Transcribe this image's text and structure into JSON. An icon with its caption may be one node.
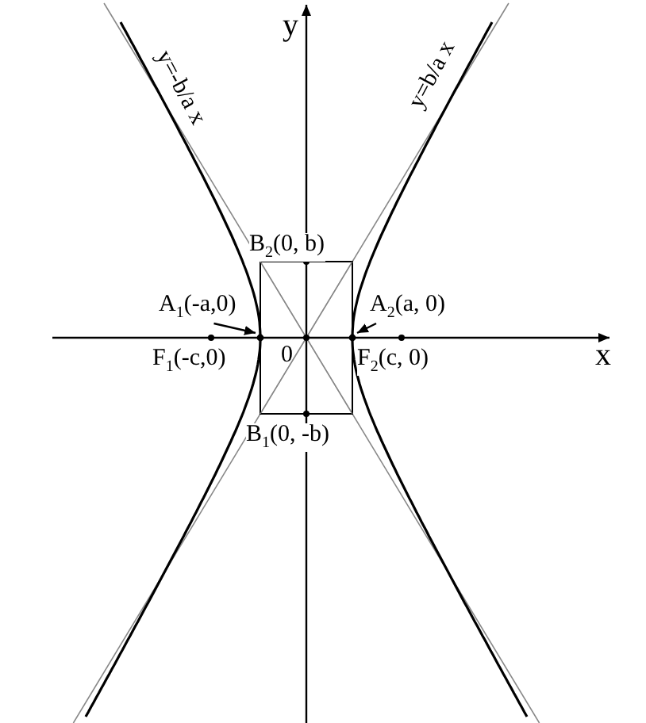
{
  "diagram": {
    "nodes": [
      {
        "text": [
          "A$_{1}$(-a,0)"
        ]
      },
      {
        "text": [
          "A$_{2}$(a, 0)"
        ]
      },
      {
        "text": [],
        "shape": "circle"
      },
      {
        "text": [],
        "shape": "circle"
      }
    ],
    "edges": [
      {
        "from": 0,
        "to": 2,
        "arrow": "to"
      },
      {
        "from": 1,
        "to": 3,
        "arrow": "to"
      }
    ],
    "labels": [
      "y=-b/a x",
      "y",
      "y=b/a x",
      "B$_{2}$(0, b)",
      "F$_{1}$(-c,0)",
      "0",
      "F$_{2}$(c, 0)",
      "x",
      "B$_{1}$(0, -b)"
    ]
  }
}
